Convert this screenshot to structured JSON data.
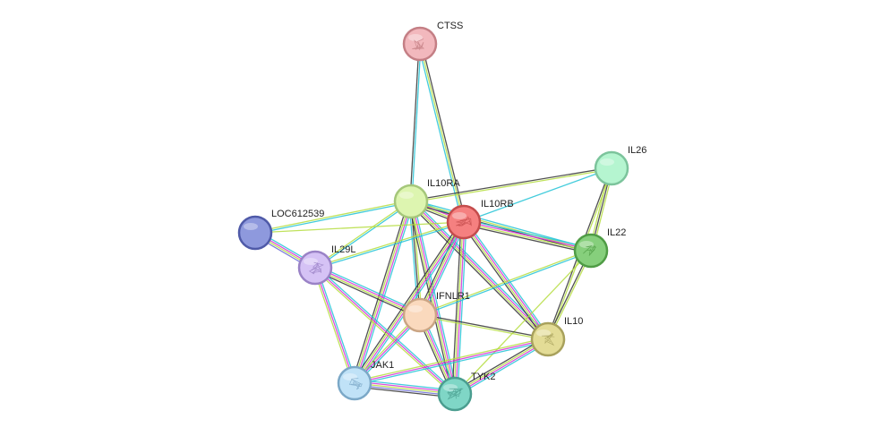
{
  "network": {
    "nodes": [
      {
        "id": "CTSS",
        "label": "CTSS",
        "color": "#f2b8bd",
        "stroke": "#c47f85",
        "glyph": "protein-structure-icon"
      },
      {
        "id": "IL26",
        "label": "IL26",
        "color": "#b5f5d0",
        "stroke": "#7cc49c",
        "glyph": "none"
      },
      {
        "id": "IL10RA",
        "label": "IL10RA",
        "color": "#ddf5b0",
        "stroke": "#a5c77a",
        "glyph": "none"
      },
      {
        "id": "IL10RB",
        "label": "IL10RB",
        "color": "#f58080",
        "stroke": "#c44c4c",
        "glyph": "protein-structure-icon"
      },
      {
        "id": "LOC612539",
        "label": "LOC612539",
        "color": "#8e99dd",
        "stroke": "#4f5aa8",
        "glyph": "none"
      },
      {
        "id": "IL22",
        "label": "IL22",
        "color": "#86cf7c",
        "stroke": "#4f9c45",
        "glyph": "protein-structure-icon"
      },
      {
        "id": "IL29L",
        "label": "IL29L",
        "color": "#d5c2f5",
        "stroke": "#9a82c6",
        "glyph": "protein-structure-icon"
      },
      {
        "id": "IFNLR1",
        "label": "IFNLR1",
        "color": "#fad9bd",
        "stroke": "#caa584",
        "glyph": "none"
      },
      {
        "id": "IL10",
        "label": "IL10",
        "color": "#e3dc96",
        "stroke": "#a8a15c",
        "glyph": "protein-structure-icon"
      },
      {
        "id": "JAK1",
        "label": "JAK1",
        "color": "#c0e2f7",
        "stroke": "#7ba8c7",
        "glyph": "protein-structure-icon"
      },
      {
        "id": "TYK2",
        "label": "TYK2",
        "color": "#7fd6c6",
        "stroke": "#4a9d8f",
        "glyph": "protein-structure-icon"
      }
    ],
    "edge_colors": {
      "database": "#22c3d6",
      "experimental": "#d530d5",
      "textmining": "#b5dd40",
      "coexpression": "#333333",
      "homology": "#6b6bd6",
      "neighborhood": "#2b8a3c"
    },
    "edges": [
      {
        "source": "CTSS",
        "target": "IL10RA",
        "types": [
          "database",
          "coexpression"
        ]
      },
      {
        "source": "CTSS",
        "target": "IL10RB",
        "types": [
          "coexpression",
          "textmining",
          "database"
        ]
      },
      {
        "source": "IL26",
        "target": "IL10RA",
        "types": [
          "textmining",
          "coexpression"
        ]
      },
      {
        "source": "IL26",
        "target": "IL10RB",
        "types": [
          "database"
        ]
      },
      {
        "source": "IL26",
        "target": "IL22",
        "types": [
          "textmining",
          "coexpression",
          "textmining"
        ]
      },
      {
        "source": "IL26",
        "target": "IL10",
        "types": [
          "textmining",
          "coexpression"
        ]
      },
      {
        "source": "IL10RA",
        "target": "IL10RB",
        "types": [
          "database",
          "experimental",
          "textmining",
          "coexpression"
        ]
      },
      {
        "source": "IL10RA",
        "target": "IL22",
        "types": [
          "database",
          "textmining",
          "coexpression"
        ]
      },
      {
        "source": "IL10RA",
        "target": "LOC612539",
        "types": [
          "database",
          "textmining"
        ]
      },
      {
        "source": "IL10RA",
        "target": "IL29L",
        "types": [
          "database",
          "textmining"
        ]
      },
      {
        "source": "IL10RA",
        "target": "IFNLR1",
        "types": [
          "textmining",
          "coexpression",
          "database"
        ]
      },
      {
        "source": "IL10RA",
        "target": "IL10",
        "types": [
          "database",
          "experimental",
          "textmining",
          "coexpression"
        ]
      },
      {
        "source": "IL10RA",
        "target": "JAK1",
        "types": [
          "database",
          "experimental",
          "textmining",
          "coexpression"
        ]
      },
      {
        "source": "IL10RA",
        "target": "TYK2",
        "types": [
          "database",
          "experimental",
          "textmining",
          "coexpression"
        ]
      },
      {
        "source": "IL10RB",
        "target": "LOC612539",
        "types": [
          "textmining"
        ]
      },
      {
        "source": "IL10RB",
        "target": "IL29L",
        "types": [
          "database",
          "textmining"
        ]
      },
      {
        "source": "IL10RB",
        "target": "IL22",
        "types": [
          "database",
          "experimental",
          "textmining",
          "coexpression"
        ]
      },
      {
        "source": "IL10RB",
        "target": "IFNLR1",
        "types": [
          "database",
          "experimental",
          "textmining",
          "coexpression"
        ]
      },
      {
        "source": "IL10RB",
        "target": "IL10",
        "types": [
          "database",
          "experimental",
          "textmining",
          "coexpression"
        ]
      },
      {
        "source": "IL10RB",
        "target": "JAK1",
        "types": [
          "database",
          "experimental",
          "textmining",
          "coexpression"
        ]
      },
      {
        "source": "IL10RB",
        "target": "TYK2",
        "types": [
          "database",
          "experimental",
          "textmining",
          "coexpression"
        ]
      },
      {
        "source": "LOC612539",
        "target": "IL29L",
        "types": [
          "database",
          "experimental",
          "textmining",
          "homology"
        ]
      },
      {
        "source": "IL29L",
        "target": "IFNLR1",
        "types": [
          "database",
          "experimental",
          "textmining",
          "coexpression"
        ]
      },
      {
        "source": "IL29L",
        "target": "JAK1",
        "types": [
          "database",
          "experimental",
          "textmining"
        ]
      },
      {
        "source": "IL29L",
        "target": "TYK2",
        "types": [
          "database",
          "experimental",
          "textmining"
        ]
      },
      {
        "source": "IL22",
        "target": "IFNLR1",
        "types": [
          "database",
          "textmining"
        ]
      },
      {
        "source": "IL22",
        "target": "IL10",
        "types": [
          "textmining",
          "coexpression"
        ]
      },
      {
        "source": "IL22",
        "target": "TYK2",
        "types": [
          "textmining"
        ]
      },
      {
        "source": "IFNLR1",
        "target": "IL10",
        "types": [
          "coexpression",
          "textmining"
        ]
      },
      {
        "source": "IFNLR1",
        "target": "JAK1",
        "types": [
          "database",
          "experimental",
          "textmining"
        ]
      },
      {
        "source": "IFNLR1",
        "target": "TYK2",
        "types": [
          "database",
          "experimental",
          "textmining",
          "coexpression"
        ]
      },
      {
        "source": "IL10",
        "target": "JAK1",
        "types": [
          "database",
          "experimental",
          "textmining"
        ]
      },
      {
        "source": "IL10",
        "target": "TYK2",
        "types": [
          "database",
          "experimental",
          "textmining",
          "coexpression"
        ]
      },
      {
        "source": "JAK1",
        "target": "TYK2",
        "types": [
          "database",
          "experimental",
          "textmining",
          "homology",
          "coexpression"
        ]
      }
    ]
  }
}
